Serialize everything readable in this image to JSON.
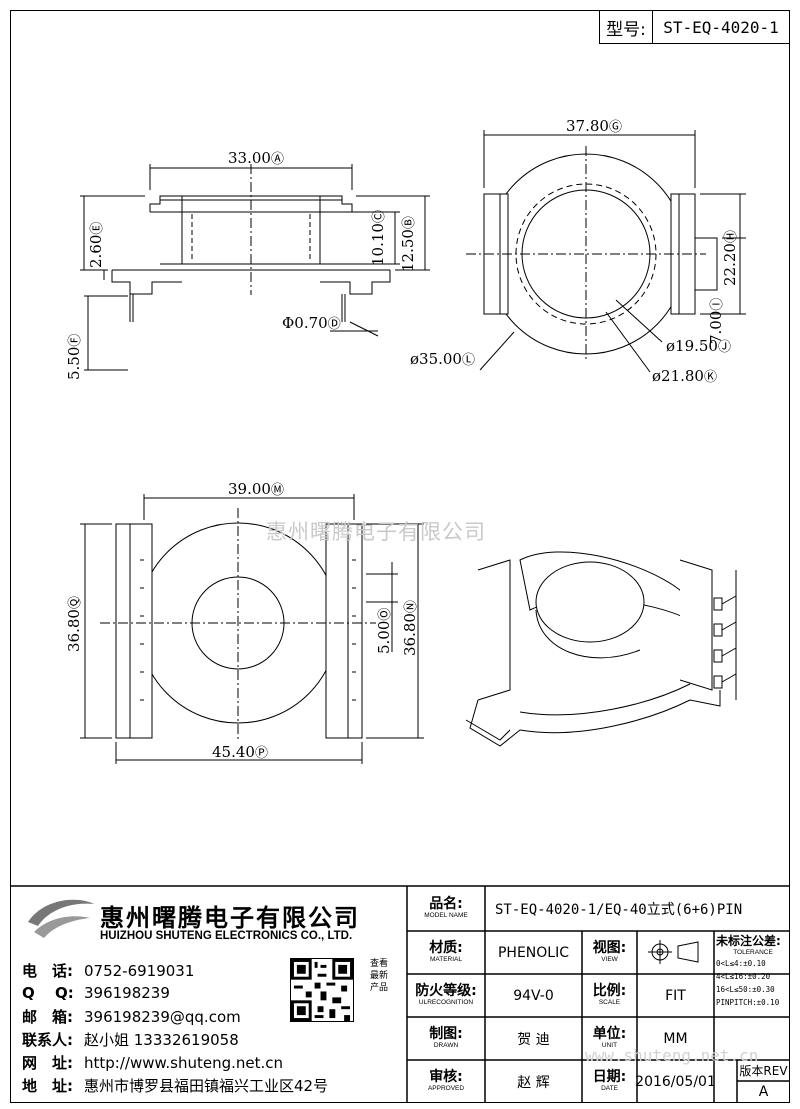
{
  "header": {
    "model_label": "型号:",
    "model_value": "ST-EQ-4020-1"
  },
  "dims": {
    "A": "33.00",
    "B": "12.50",
    "C": "10.10",
    "D": "0.70",
    "E": "2.60",
    "F": "5.50",
    "G": "37.80",
    "H": "22.20",
    "I": "7.00",
    "J": "19.50",
    "K": "21.80",
    "L": "35.00",
    "M": "39.00",
    "N": "36.80",
    "O": "5.00",
    "P": "45.40",
    "Q": "36.80"
  },
  "dim_letters": [
    "A",
    "B",
    "C",
    "D",
    "E",
    "F",
    "G",
    "H",
    "I",
    "J",
    "K",
    "L",
    "M",
    "N",
    "O",
    "P",
    "Q"
  ],
  "watermark": "惠州曙腾电子有限公司",
  "watermark_url": "www.shuteng.net.cn",
  "company": {
    "cn_name": "惠州曙腾电子有限公司",
    "en_name": "HUIZHOU SHUTENG ELECTRONICS CO., LTD.",
    "scan_text": "查看最新产品",
    "contacts": [
      {
        "key": "电　话:",
        "value": "0752-6919031"
      },
      {
        "key": "Q　 Q:",
        "value": "396198239"
      },
      {
        "key": "邮　箱:",
        "value": "396198239@qq.com"
      },
      {
        "key": "联系人:",
        "value": "赵小姐 13332619058"
      },
      {
        "key": "网　址:",
        "value": "http://www.shuteng.net.cn"
      },
      {
        "key": "地　址:",
        "value": "惠州市博罗县福田镇福兴工业区42号"
      }
    ]
  },
  "titleblock": {
    "model_name_label": "品名:",
    "model_name_sub": "MODEL NAME",
    "model_name_value": "ST-EQ-4020-1/EQ-40立式(6+6)PIN",
    "material_label": "材质:",
    "material_sub": "MATERIAL",
    "material_value": "PHENOLIC",
    "view_label": "视图:",
    "view_sub": "VIEW",
    "tolerance_label": "未标注公差:",
    "tolerance_sub": "TOLERANCE",
    "tolerance_lines": [
      "0<L≤4:±0.10",
      "4<L≤16:±0.20",
      "16<L≤50:±0.30",
      "PINPITCH:±0.10"
    ],
    "fire_label": "防火等级:",
    "fire_sub": "ULRECOGNITION",
    "fire_value": "94V-0",
    "scale_label": "比例:",
    "scale_sub": "SCALE",
    "scale_value": "FIT",
    "drawn_label": "制图:",
    "drawn_sub": "DRAWN",
    "drawn_value": "贺 迪",
    "unit_label": "单位:",
    "unit_sub": "UNIT",
    "unit_value": "MM",
    "approved_label": "审核:",
    "approved_sub": "APPROVED",
    "approved_value": "赵 辉",
    "date_label": "日期:",
    "date_sub": "DATE",
    "date_value": "2016/05/01",
    "rev_label": "版本REV",
    "rev_value": "A"
  }
}
